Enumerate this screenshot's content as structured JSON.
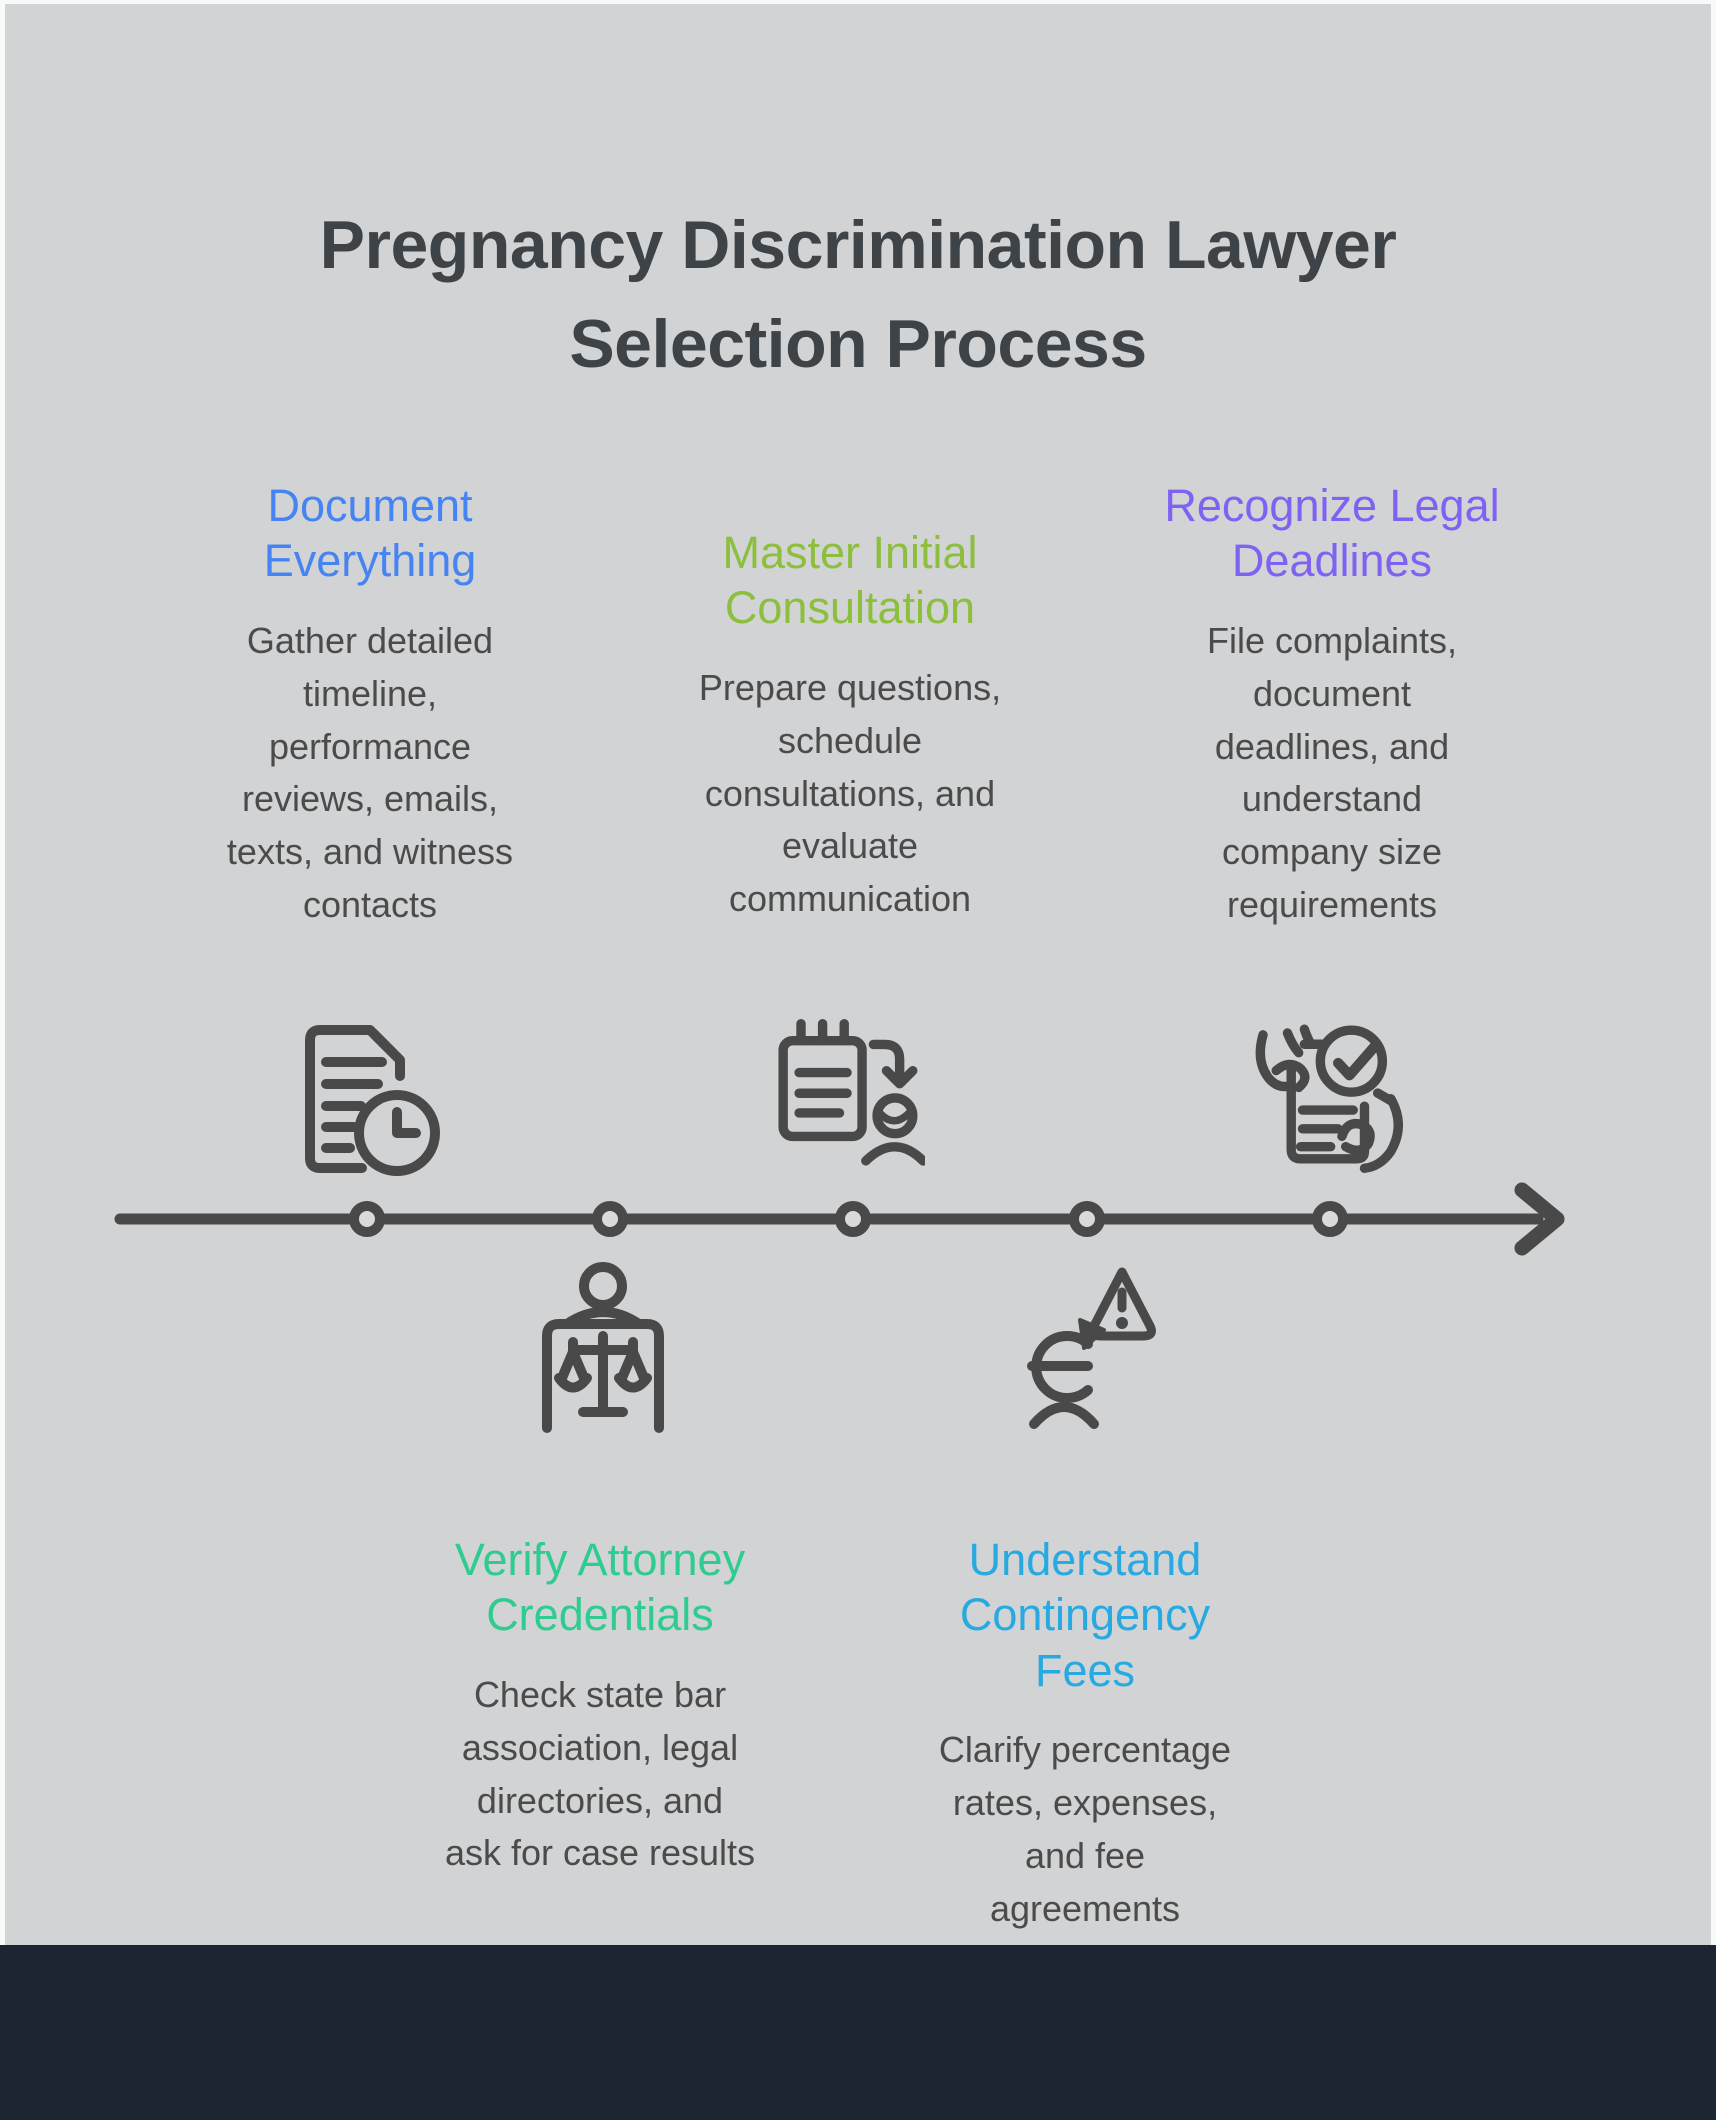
{
  "title": "Pregnancy Discrimination Lawyer\nSelection Process",
  "colors": {
    "panel_background": "#d2d3d4",
    "page_border": "#f7faf9",
    "footer_bar": "#1c2532",
    "line_and_icons": "#494949",
    "title_text": "#3e4347",
    "body_text": "#4b4b4b",
    "node_fill": "#d9dadb"
  },
  "timeline": {
    "direction": "left-to-right",
    "node_count": 5,
    "steps": [
      {
        "order": 1,
        "side": "top",
        "label": "Document\nEverything",
        "accent_color": "#4584f2",
        "icon": "document-clock-icon",
        "description": "Gather detailed\ntimeline,\nperformance\nreviews, emails,\ntexts, and witness\ncontacts"
      },
      {
        "order": 2,
        "side": "bottom",
        "label": "Verify Attorney\nCredentials",
        "accent_color": "#2ecc8f",
        "icon": "person-scales-icon",
        "description": "Check state bar\nassociation, legal\ndirectories, and\nask for case results"
      },
      {
        "order": 3,
        "side": "top",
        "label": "Master Initial\nConsultation",
        "accent_color": "#8dbf3f",
        "icon": "notepad-person-icon",
        "description": "Prepare questions,\nschedule\nconsultations, and\nevaluate\ncommunication"
      },
      {
        "order": 4,
        "side": "bottom",
        "label": "Understand\nContingency\nFees",
        "accent_color": "#27aae1",
        "icon": "euro-warning-icon",
        "description": "Clarify percentage\nrates, expenses,\nand fee\nagreements"
      },
      {
        "order": 5,
        "side": "top",
        "label": "Recognize Legal\nDeadlines",
        "accent_color": "#7f62f4",
        "icon": "hands-check-icon",
        "description": "File complaints,\ndocument\ndeadlines, and\nunderstand\ncompany size\nrequirements"
      }
    ]
  }
}
